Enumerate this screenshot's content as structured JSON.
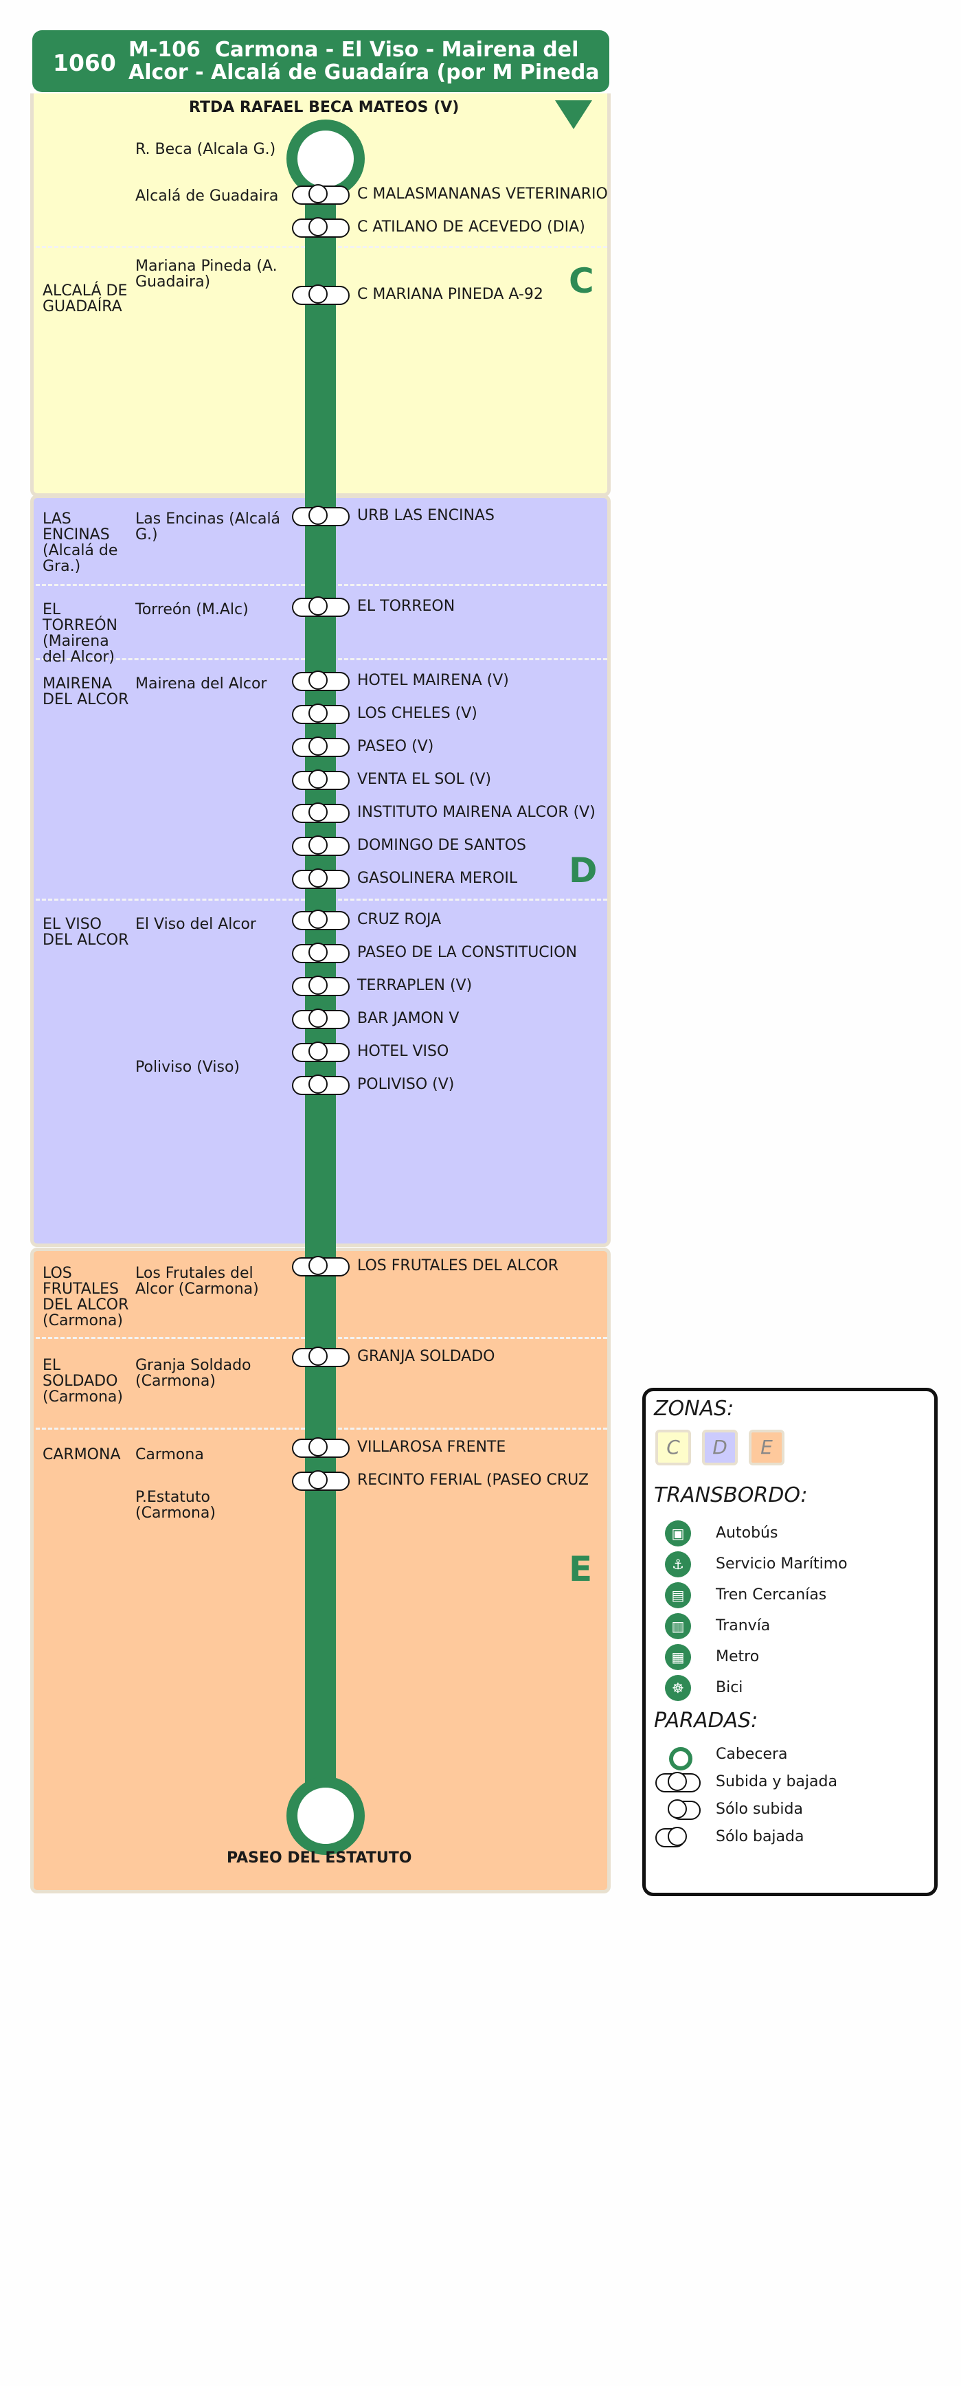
{
  "header": {
    "number": "1060",
    "title": "M-106  Carmona - El Viso - Mairena del\nAlcor - Alcalá de Guadaíra (por M Pineda"
  },
  "start_terminus": "RTDA RAFAEL BECA MATEOS (V)",
  "end_terminus": "PASEO DEL ESTATUTO",
  "zone_letters": {
    "c": "C",
    "d": "D",
    "e": "E"
  },
  "municipalities": [
    "ALCALÁ DE GUADAÍRA",
    "LAS ENCINAS (Alcalá de Gra.)",
    "EL TORREÓN (Mairena del Alcor)",
    "MAIRENA DEL ALCOR",
    "EL VISO DEL ALCOR",
    "LOS FRUTALES DEL ALCOR (Carmona)",
    "EL SOLDADO (Carmona)",
    "CARMONA"
  ],
  "localities": [
    "R. Beca (Alcala G.)",
    "Alcalá de Guadaira",
    "Mariana Pineda (A. Guadaira)",
    "Las Encinas (Alcalá G.)",
    "Torreón (M.Alc)",
    "Mairena del Alcor",
    "El Viso del Alcor",
    "Poliviso (Viso)",
    "Los Frutales del Alcor (Carmona)",
    "Granja Soldado (Carmona)",
    "Carmona",
    "P.Estatuto (Carmona)"
  ],
  "stops": [
    "C MALASMANANAS VETERINARIO",
    "C ATILANO DE ACEVEDO (DIA)",
    "C MARIANA PINEDA A-92",
    "URB LAS ENCINAS",
    "EL TORREON",
    "HOTEL MAIRENA (V)",
    "LOS CHELES (V)",
    "PASEO (V)",
    "VENTA EL SOL (V)",
    "INSTITUTO MAIRENA ALCOR (V)",
    "DOMINGO DE SANTOS",
    "GASOLINERA MEROIL",
    "CRUZ ROJA",
    "PASEO DE LA CONSTITUCION",
    "TERRAPLEN (V)",
    "BAR JAMON V",
    "HOTEL VISO",
    "POLIVISO (V)",
    "LOS FRUTALES DEL ALCOR",
    "GRANJA SOLDADO",
    "VILLAROSA FRENTE",
    "RECINTO FERIAL (PASEO CRUZ"
  ],
  "legend": {
    "zones_title": "ZONAS:",
    "zones": [
      "C",
      "D",
      "E"
    ],
    "zone_colors": [
      "#fefdca",
      "#cccbfd",
      "#fec99c"
    ],
    "transfer_title": "TRANSBORDO:",
    "transfers": [
      {
        "label": "Autobús",
        "icon": "bus-icon"
      },
      {
        "label": "Servicio Marítimo",
        "icon": "ferry-icon"
      },
      {
        "label": "Tren Cercanías",
        "icon": "train-icon"
      },
      {
        "label": "Tranvía",
        "icon": "tram-icon"
      },
      {
        "label": "Metro",
        "icon": "metro-icon"
      },
      {
        "label": "Bici",
        "icon": "bike-icon"
      }
    ],
    "stops_title": "PARADAS:",
    "stop_types": [
      "Cabecera",
      "Subida y bajada",
      "Sólo subida",
      "Sólo bajada"
    ]
  },
  "colors": {
    "line": "#2f8a55"
  }
}
